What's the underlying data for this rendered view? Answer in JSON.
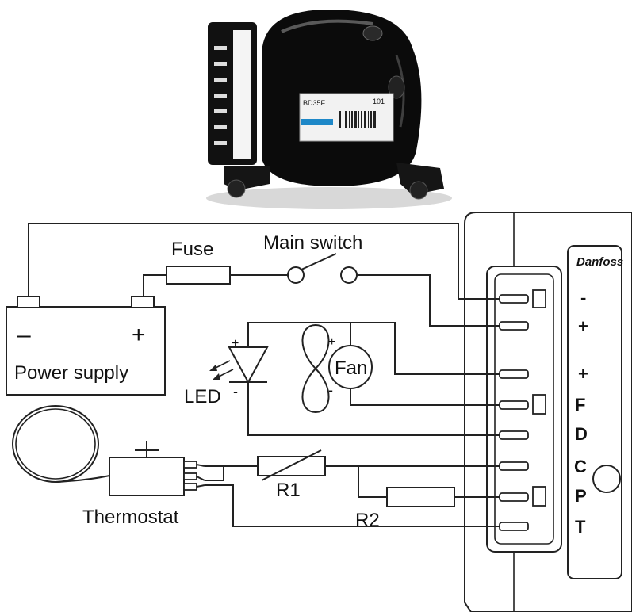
{
  "labels": {
    "fuse": "Fuse",
    "main_switch": "Main switch",
    "power_supply": "Power supply",
    "battery_minus": "–",
    "battery_plus": "+",
    "led": "LED",
    "led_plus": "+",
    "led_minus": "-",
    "fan": "Fan",
    "fan_plus": "+",
    "fan_minus": "-",
    "thermostat": "Thermostat",
    "r1": "R1",
    "r2": "R2",
    "brand_logo": "Danfoss"
  },
  "terminals": {
    "minus": "-",
    "plus": "+",
    "fan_plus": "+",
    "f": "F",
    "d": "D",
    "c": "C",
    "p": "P",
    "t": "T"
  },
  "compressor_label": {
    "model": "BD35F",
    "serial": "101"
  },
  "colors": {
    "line": "#222222",
    "compressor_body": "#0b0b0b",
    "label_blue": "#1e88c8"
  }
}
